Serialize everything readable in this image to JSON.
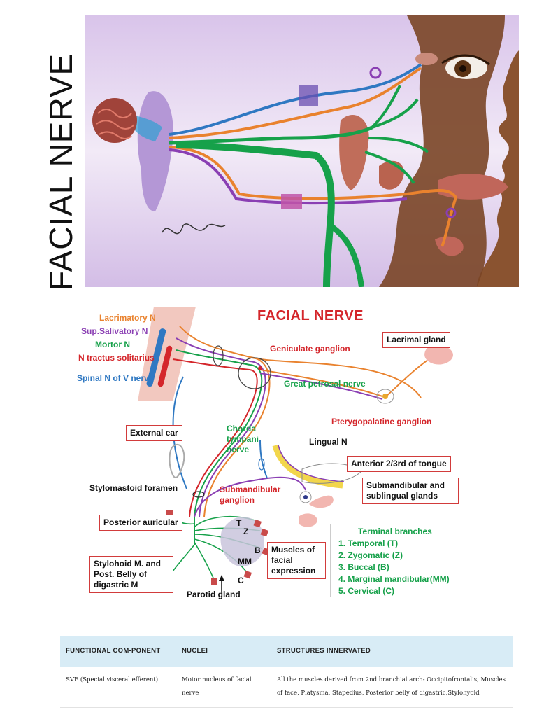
{
  "page": {
    "vertical_title": "FACIAL NERVE"
  },
  "diagram": {
    "title": "FACIAL NERVE",
    "labels": {
      "lacrimatory": "Lacrimatory N",
      "sup_salivatory": "Sup.Salivatory N",
      "motor": "Mortor N",
      "tractus": "N tractus solitarius",
      "spinal": "Spinal N of V nerve",
      "geniculate": "Geniculate ganglion",
      "lacrimal_gland": "Lacrimal gland",
      "great_petrosal": "Great petrosal nerve",
      "pterygopalatine": "Pterygopalatine ganglion",
      "external_ear": "External ear",
      "chorda": "Chorda tympani nerve",
      "lingual": "Lingual N",
      "anterior_tongue": "Anterior 2/3rd of tongue",
      "stylomastoid": "Stylomastoid foramen",
      "submandibular_ganglion": "Submandibular ganglion",
      "submandibular_glands": "Submandibular and sublingual glands",
      "posterior_auricular": "Posterior auricular",
      "stylohoid": "Stylohoid M. and Post. Belly of digastric M",
      "muscles": "Muscles of facial expression",
      "parotid": "Parotid gland",
      "letter_t": "T",
      "letter_z": "Z",
      "letter_b": "B",
      "letter_mm": "MM",
      "letter_c": "C"
    },
    "terminal": {
      "title": "Terminal branches",
      "items": [
        "1.   Temporal (T)",
        "2.   Zygomatic (Z)",
        "3.   Buccal (B)",
        "4.   Marginal mandibular(MM)",
        "5.   Cervical (C)"
      ]
    },
    "colors": {
      "orange": "#e9822e",
      "purple": "#8a3fb3",
      "green": "#16a14a",
      "red": "#d4262b",
      "blue": "#2f78c2",
      "yellow": "#f2d64b"
    }
  },
  "table": {
    "headers": [
      "FUNCTIONAL COM-PONENT",
      "NUCLEI",
      "STRUCTURES INNERVATED"
    ],
    "rows": [
      {
        "component": "SVE (Special visceral efferent)",
        "nuclei": "Motor nucleus of facial nerve",
        "structures": "All the muscles derived from 2nd branchial arch- Occipitofrontalis, Muscles of face, Platysma, Stapedius, Posterior belly of digastric,Stylohyoid"
      }
    ]
  }
}
